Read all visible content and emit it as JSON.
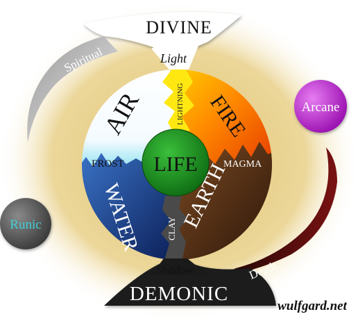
{
  "labels": {
    "divine": "DIVINE",
    "demonic": "DEMONIC",
    "spiritual": "Spiritual",
    "death": "Death",
    "arcane": "Arcane",
    "runic": "Runic",
    "light": "Light",
    "shadow": "Shadow",
    "lightning": "LIGHTNING",
    "clay": "CLAY",
    "air": "AIR",
    "fire": "FIRE",
    "water": "WATER",
    "earth": "EARTH",
    "frost": "FROST",
    "magma": "MAGMA",
    "life": "LIFE",
    "watermark": "wulfgard.net"
  },
  "colors": {
    "background_glow": "#e6cf82",
    "divine_white": "#ffffff",
    "demonic_black": "#1a1a1a",
    "spiritual_gray": "#b8b8b8",
    "death_darkred": "#5e0f0f",
    "arcane_purple": "#cc22dd",
    "runic_gray": "#666666",
    "runic_text": "#3fd0d6",
    "air_white": "#ffffff",
    "frost_cyan": "#8ee6f2",
    "fire_orange": "#ff7a0a",
    "lightning_yellow": "#ffea20",
    "water_blue": "#1f3e8a",
    "earth_brown": "#3a2010",
    "life_green": "#1d8c1d"
  }
}
